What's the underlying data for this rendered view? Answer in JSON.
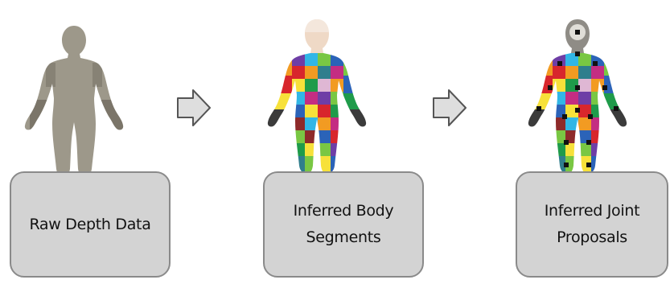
{
  "steps": [
    {
      "label": "Raw Depth Data"
    },
    {
      "label": "Inferred Body\nSegments"
    },
    {
      "label": "Inferred Joint\nProposals"
    }
  ],
  "colors": {
    "raw_body": "#9d988a",
    "box_fill": "#d3d3d3",
    "box_border": "#8a8a8a",
    "arrow_fill": "#dedede",
    "arrow_stroke": "#555555",
    "segment_palette": [
      "#d8262c",
      "#f29b22",
      "#f7e13a",
      "#79c743",
      "#1f9b4a",
      "#31b6e6",
      "#2b63b8",
      "#6e3ea6",
      "#c42d82",
      "#8e2a2a",
      "#2f7e8d",
      "#dfb7d4",
      "#3b3b3b"
    ],
    "joint_marker": "#111111"
  },
  "icons": {
    "arrow": "right-arrow-icon",
    "raw_figure": "depth-silhouette-icon",
    "segmented_figure": "segmented-body-icon",
    "joints_figure": "joint-proposals-icon"
  }
}
